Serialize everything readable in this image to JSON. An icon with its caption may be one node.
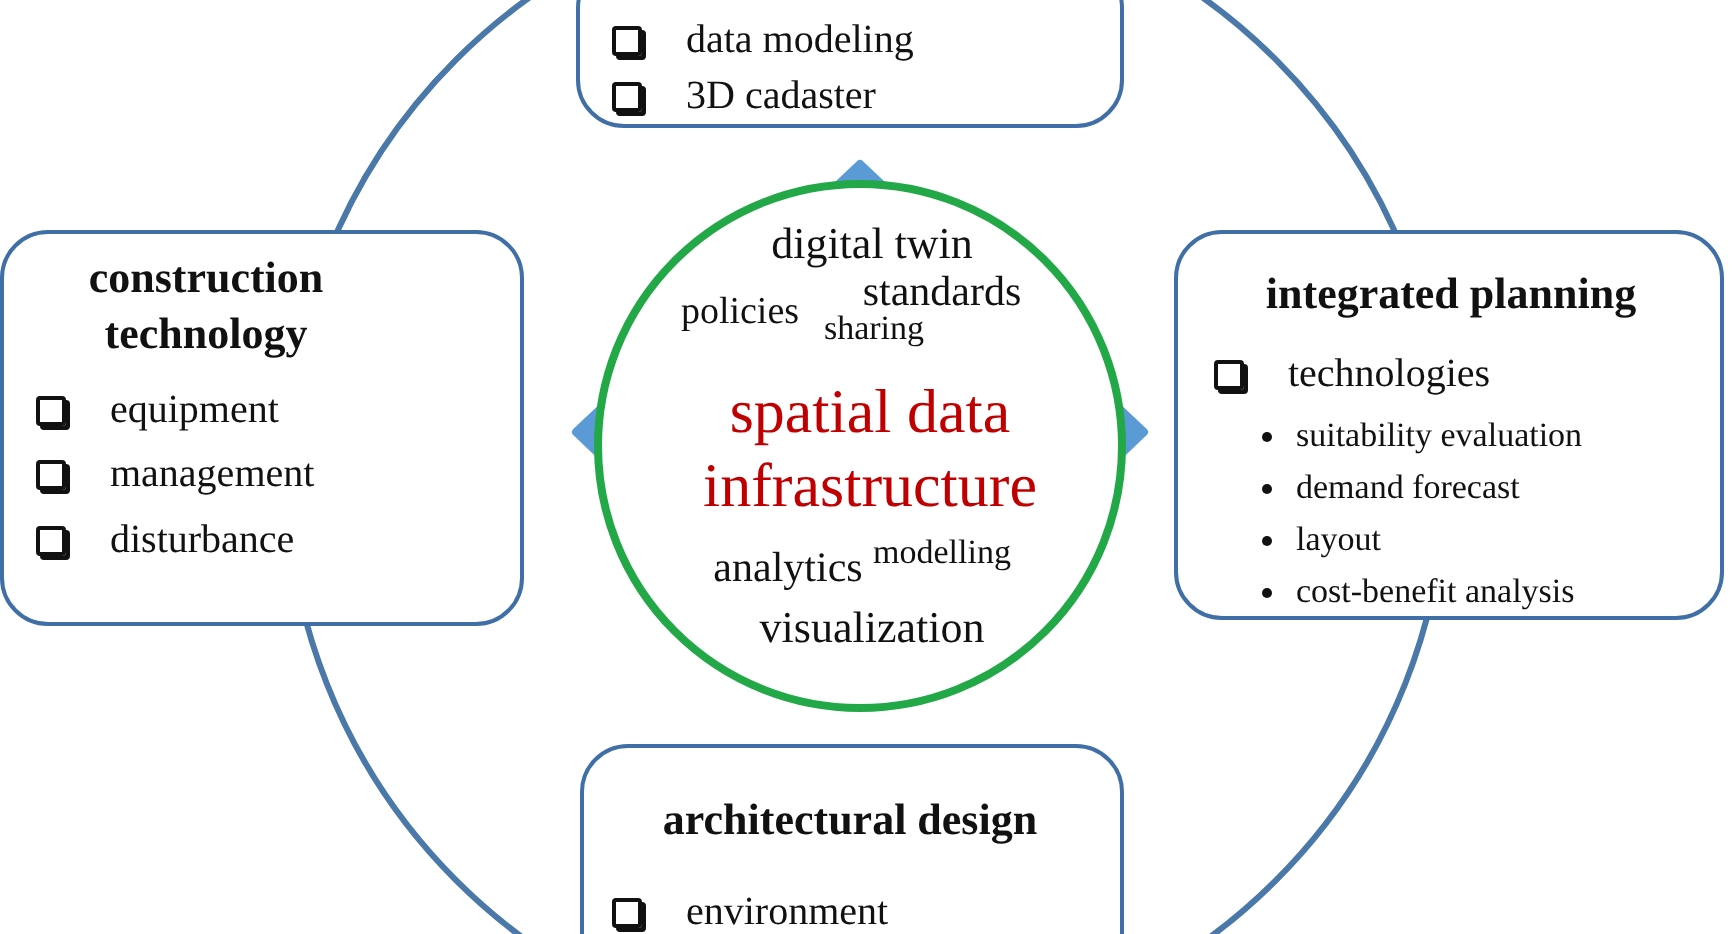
{
  "diagram": {
    "nodes": [
      {
        "text": [
          "data modeling",
          "3D cadaster"
        ]
      },
      {
        "text": [
          "construction technology",
          "equipment",
          "management",
          "disturbance"
        ]
      },
      {
        "text": [
          "digital twin",
          "policies",
          "standards",
          "sharing",
          "spatial data infrastructure",
          "analytics",
          "modelling",
          "visualization"
        ]
      },
      {
        "text": [
          "integrated planning",
          "technologies",
          "suitability evaluation",
          "demand forecast",
          "layout",
          "cost-benefit analysis"
        ]
      },
      {
        "text": [
          "architectural design",
          "environment"
        ]
      }
    ]
  }
}
